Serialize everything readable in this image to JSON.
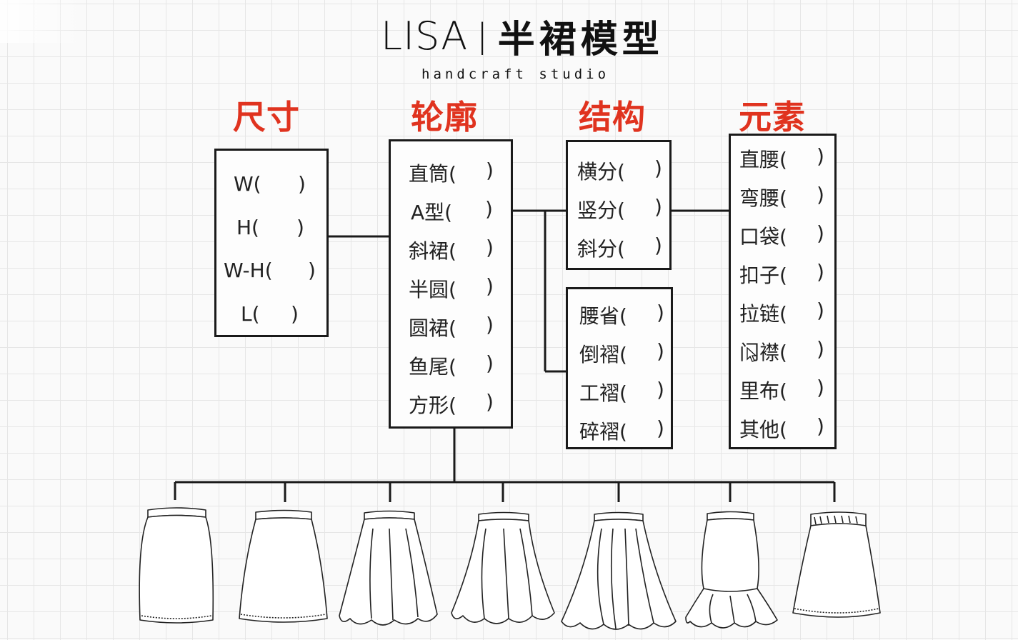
{
  "header": {
    "brand": "LISA",
    "separator": "|",
    "title": "半裙模型",
    "subtitle": "handcraft studio"
  },
  "headings": {
    "size": "尺寸",
    "silhouette": "轮廓",
    "structure": "结构",
    "elements": "元素"
  },
  "size_items": [
    "W(",
    "H(",
    "W-H(",
    "L("
  ],
  "silhouette_items": [
    "直筒(",
    "A型(",
    "斜裙(",
    "半圆(",
    "圆裙(",
    "鱼尾(",
    "方形("
  ],
  "structure_split_items": [
    "横分(",
    "竖分(",
    "斜分("
  ],
  "structure_pleat_items": [
    "腰省(",
    "倒褶(",
    "工褶(",
    "碎褶("
  ],
  "element_items": [
    "直腰(",
    "弯腰(",
    "口袋(",
    "扣子(",
    "拉链(",
    "门襟(",
    "里布(",
    "其他("
  ],
  "close_paren": ")",
  "illustrations": [
    "straight-skirt",
    "a-line-skirt",
    "flared-skirt",
    "half-circle-skirt",
    "circle-skirt",
    "mermaid-skirt",
    "elastic-waist-skirt"
  ],
  "colors": {
    "heading": "#e0331f",
    "line": "#1a1a1a",
    "grid": "#e6e6e6"
  }
}
